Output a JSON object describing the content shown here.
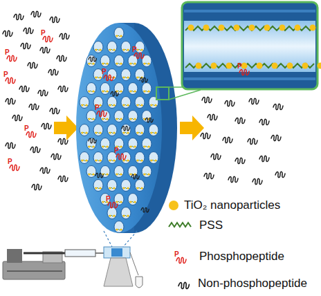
{
  "diagram": {
    "labels": [
      "P",
      "P",
      "P",
      "P",
      "P",
      "P",
      "P",
      "P",
      "P",
      "P",
      "P",
      "P"
    ],
    "legend": [
      {
        "text": "TiO₂ nanoparticles",
        "color": "#f7c21a"
      },
      {
        "text": "PSS"
      },
      {
        "text": "Phosphopeptide"
      },
      {
        "text": "Non-phosphopeptide"
      }
    ]
  }
}
